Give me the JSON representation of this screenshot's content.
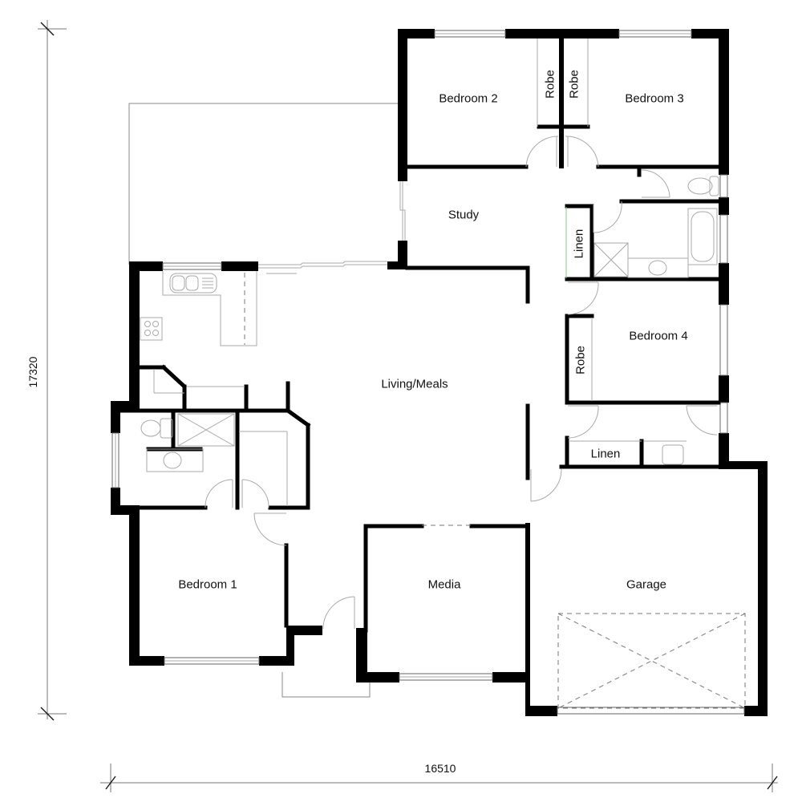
{
  "plan": {
    "type": "floor-plan",
    "rooms": [
      {
        "id": "bedroom2",
        "label": "Bedroom 2"
      },
      {
        "id": "bedroom3",
        "label": "Bedroom 3"
      },
      {
        "id": "robe_b2",
        "label": "Robe"
      },
      {
        "id": "robe_b3",
        "label": "Robe"
      },
      {
        "id": "study",
        "label": "Study"
      },
      {
        "id": "linen_upper",
        "label": "Linen"
      },
      {
        "id": "bedroom4",
        "label": "Bedroom 4"
      },
      {
        "id": "robe_b4",
        "label": "Robe"
      },
      {
        "id": "linen_lower",
        "label": "Linen"
      },
      {
        "id": "living_meals",
        "label": "Living/Meals"
      },
      {
        "id": "bedroom1",
        "label": "Bedroom 1"
      },
      {
        "id": "media",
        "label": "Media"
      },
      {
        "id": "garage",
        "label": "Garage"
      }
    ],
    "dimensions": {
      "overall_width": "16510",
      "overall_depth": "17320"
    },
    "colors": {
      "wall": "#000000",
      "fixture": "#aaaaaa",
      "dimension_line": "#777777",
      "linen_edge": "#7fd17f"
    }
  }
}
